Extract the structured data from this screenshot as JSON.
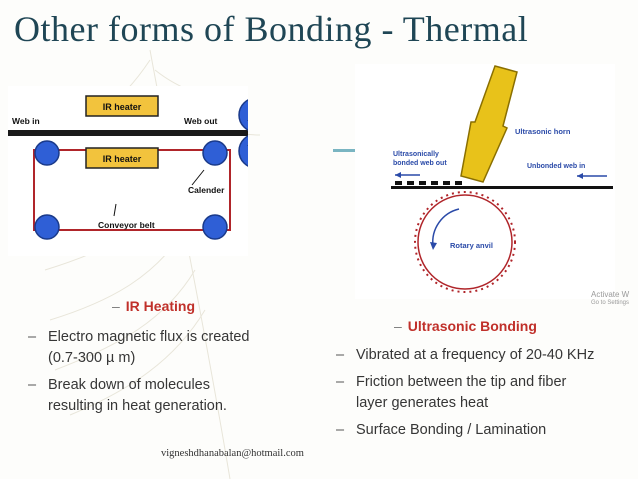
{
  "slide": {
    "title": "Other forms of Bonding - Thermal",
    "email": "vigneshdhanabalan@hotmail.com",
    "watermark": [
      "Activate W",
      "Go to Settings"
    ]
  },
  "ir_diagram": {
    "web_in": "Web in",
    "web_out": "Web out",
    "heater_top": "IR heater",
    "heater_bottom": "IR heater",
    "calender": "Calender",
    "conveyor": "Conveyor belt"
  },
  "ultrasonic_diagram": {
    "horn": "Ultrasonic horn",
    "bonded_line1": "Ultrasonically",
    "bonded_line2": "bonded web out",
    "unbonded": "Unbonded web in",
    "anvil": "Rotary anvil"
  },
  "ir_text": {
    "heading": "IR Heating",
    "items": [
      [
        "Electro magnetic flux is created",
        "(0.7-300 µ m)"
      ],
      [
        "Break down of molecules",
        "resulting in heat generation."
      ]
    ]
  },
  "us_text": {
    "heading": "Ultrasonic Bonding",
    "items": [
      [
        "Vibrated at a frequency of 20-40 KHz"
      ],
      [
        "Friction between the tip and fiber",
        "layer generates heat"
      ],
      [
        "Surface Bonding / Lamination"
      ]
    ]
  },
  "colors": {
    "title": "#1f4655",
    "heading_red": "#c0302a",
    "heater_fill": "#f2c33d",
    "roller_blue": "#2f5fd6",
    "belt_red": "#b0252a",
    "horn_yellow": "#e8c21a"
  }
}
